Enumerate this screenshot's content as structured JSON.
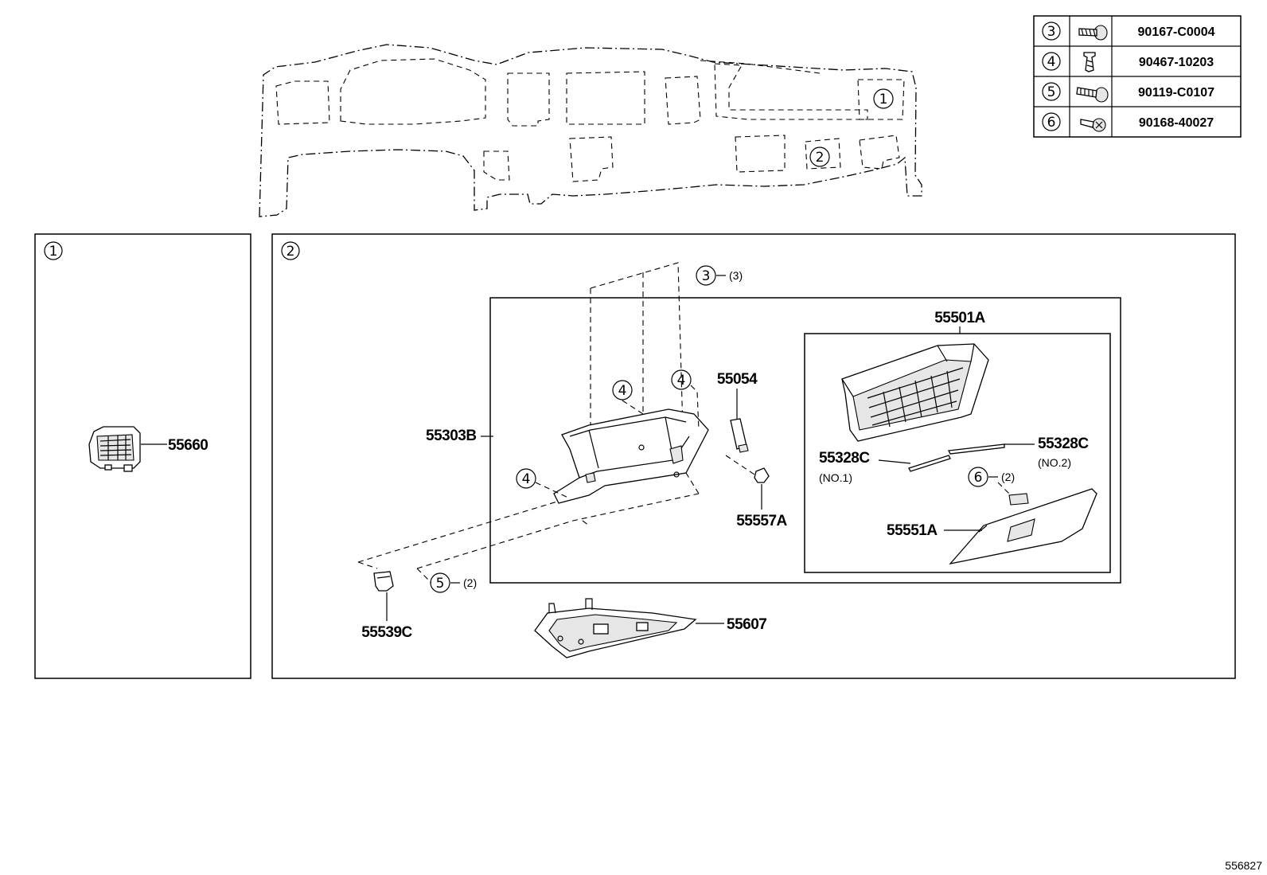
{
  "fastener_table": [
    {
      "ref": "3",
      "part": "90167-C0004",
      "icon": "bolt-washer-icon"
    },
    {
      "ref": "4",
      "part": "90467-10203",
      "icon": "clip-icon"
    },
    {
      "ref": "5",
      "part": "90119-C0107",
      "icon": "bolt-washer-icon"
    },
    {
      "ref": "6",
      "part": "90168-40027",
      "icon": "screw-icon"
    }
  ],
  "dash_callouts": {
    "c1": "1",
    "c2": "2"
  },
  "panel1": {
    "ref": "1",
    "part_55660": "55660"
  },
  "panel2": {
    "ref": "2",
    "callout_3": "3",
    "qty_3": "(3)",
    "callout_4a": "4",
    "callout_4b": "4",
    "callout_4c": "4",
    "callout_5": "5",
    "qty_5": "(2)",
    "callout_6": "6",
    "qty_6": "(2)",
    "part_55501A": "55501A",
    "part_55054": "55054",
    "part_55303B": "55303B",
    "part_55328C_1": "55328C",
    "part_55328C_1_note": "(NO.1)",
    "part_55328C_2": "55328C",
    "part_55328C_2_note": "(NO.2)",
    "part_55557A": "55557A",
    "part_55551A": "55551A",
    "part_55539C": "55539C",
    "part_55607": "55607"
  },
  "diagram_id": "556827"
}
